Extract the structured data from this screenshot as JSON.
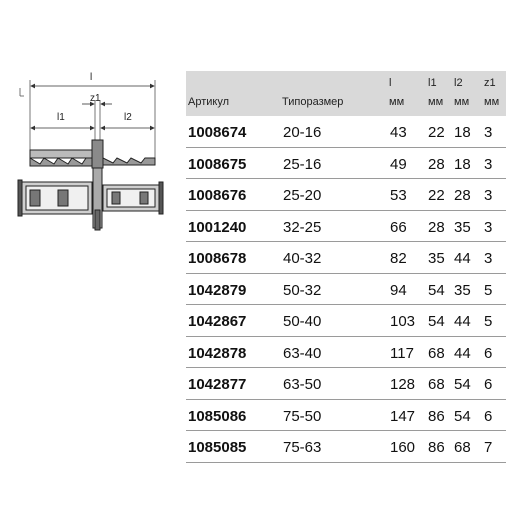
{
  "drawing": {
    "label_l": "l",
    "label_l1": "l1",
    "label_l2": "l2",
    "label_z1": "z1"
  },
  "table": {
    "headers": {
      "article": "Артикул",
      "size": "Типоразмер",
      "l": "l",
      "l1": "l1",
      "l2": "l2",
      "z1": "z1",
      "unit": "мм"
    },
    "rows": [
      {
        "article": "1008674",
        "size": "20-16",
        "l": "43",
        "l1": "22",
        "l2": "18",
        "z1": "3"
      },
      {
        "article": "1008675",
        "size": "25-16",
        "l": "49",
        "l1": "28",
        "l2": "18",
        "z1": "3"
      },
      {
        "article": "1008676",
        "size": "25-20",
        "l": "53",
        "l1": "22",
        "l2": "28",
        "z1": "3"
      },
      {
        "article": "1001240",
        "size": "32-25",
        "l": "66",
        "l1": "28",
        "l2": "35",
        "z1": "3"
      },
      {
        "article": "1008678",
        "size": "40-32",
        "l": "82",
        "l1": "35",
        "l2": "44",
        "z1": "3"
      },
      {
        "article": "1042879",
        "size": "50-32",
        "l": "94",
        "l1": "54",
        "l2": "35",
        "z1": "5"
      },
      {
        "article": "1042867",
        "size": "50-40",
        "l": "103",
        "l1": "54",
        "l2": "44",
        "z1": "5"
      },
      {
        "article": "1042878",
        "size": "63-40",
        "l": "117",
        "l1": "68",
        "l2": "44",
        "z1": "6"
      },
      {
        "article": "1042877",
        "size": "63-50",
        "l": "128",
        "l1": "68",
        "l2": "54",
        "z1": "6"
      },
      {
        "article": "1085086",
        "size": "75-50",
        "l": "147",
        "l1": "86",
        "l2": "54",
        "z1": "6"
      },
      {
        "article": "1085085",
        "size": "75-63",
        "l": "160",
        "l1": "86",
        "l2": "68",
        "z1": "7"
      }
    ]
  }
}
